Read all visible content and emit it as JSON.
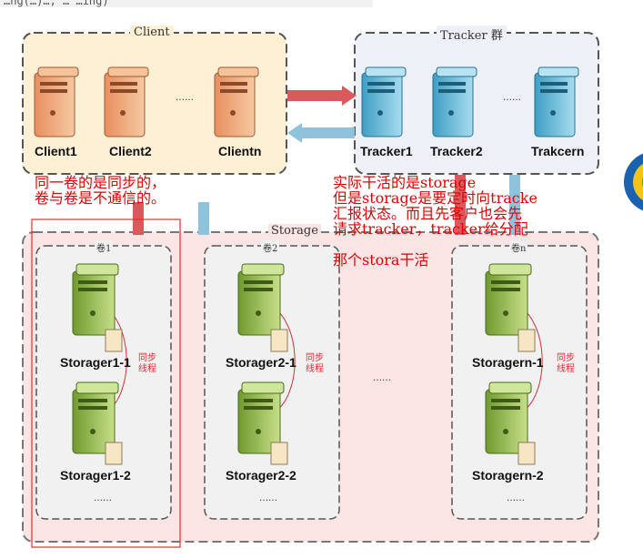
{
  "top_caption": "…ng(…)…, … …ing)",
  "client_group": {
    "title": "Client",
    "nodes": [
      "Client1",
      "Client2",
      "Clientn"
    ],
    "ellipsis": "……"
  },
  "tracker_group": {
    "title": "Tracker 群",
    "nodes": [
      "Tracker1",
      "Tracker2",
      "Trakcern"
    ],
    "ellipsis": "……"
  },
  "storage_group": {
    "title": "Storage",
    "volumes": [
      {
        "title": "卷1",
        "nodes": [
          "Storager1-1",
          "Storager1-2"
        ],
        "sync": "同步\n线程",
        "ellipsis": "……"
      },
      {
        "title": "卷2",
        "nodes": [
          "Storager2-1",
          "Storager2-2"
        ],
        "sync": "同步\n线程",
        "ellipsis": "……"
      },
      {
        "title": "卷n",
        "nodes": [
          "Storagern-1",
          "Storagern-2"
        ],
        "sync": "同步\n线程",
        "ellipsis": "……"
      }
    ],
    "middle_ellipsis": "……"
  },
  "annotations": {
    "left_note": [
      "同一卷的是同步的，",
      "卷与卷是不通信的。"
    ],
    "right_note": [
      "实际干活的是storage",
      "但是storage是要定时向tracke",
      "汇报状态。而且先客户也会先",
      "请求tracker，tracker给分配",
      "",
      "那个stora干活"
    ]
  },
  "colors": {
    "client_bg": "#fdf0d5",
    "tracker_bg": "#eef0f7",
    "storage_bg": "#fbe4e4",
    "arrow_red": "#d9595d",
    "arrow_blue": "#8fc3dc",
    "annotation_red": "#e00000"
  },
  "icons": {
    "client": "server-tower-orange-icon",
    "tracker": "server-tower-blue-icon",
    "storage": "server-tower-green-icon",
    "document": "document-icon"
  }
}
